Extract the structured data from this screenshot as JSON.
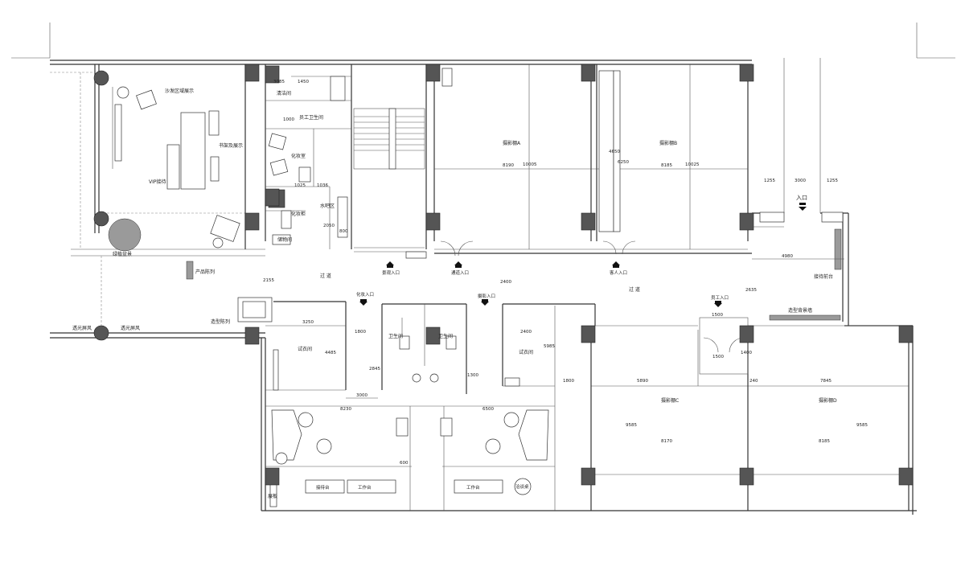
{
  "rooms": {
    "vip_reception": "VIP接待",
    "salon_display": "沙发区域展示",
    "shelf_display": "书架及展示",
    "green_plant": "绿植盆景",
    "product_display": "产品陈列",
    "window_display_left": "透光屏风",
    "window_display_right": "透光屏风",
    "styling_display": "造型陈列",
    "cleaning_room": "清洁间",
    "staff_toilet": "员工卫生间",
    "makeup_room": "化妆室",
    "makeup_cabinet": "化妆柜",
    "storage": "储物间",
    "water_bar": "水吧区",
    "corridor_left": "过 道",
    "corridor_right": "过 道",
    "studio_a": "摄影棚A",
    "studio_b": "摄影棚B",
    "studio_c": "摄影棚C",
    "studio_d": "摄影棚D",
    "entrance": "入口",
    "fitting_left": "试衣间",
    "fitting_right": "试衣间",
    "toilet_left": "卫生间",
    "toilet_right": "卫生间",
    "reception_desk": "接待前台",
    "styling_wall": "造型背景墙",
    "projection_label": "展板"
  },
  "dimensions": {
    "d3085": "3085",
    "d1450": "1450",
    "d1000": "1000",
    "d1025": "1025",
    "d1036": "1036",
    "d2050": "2050",
    "d800": "800",
    "d8190": "8190",
    "d10005": "10005",
    "d4650": "4650",
    "d6250": "6250",
    "d8185": "8185",
    "d10025": "10025",
    "d1255a": "1255",
    "d3000": "3000",
    "d1255b": "1255",
    "d4980": "4980",
    "d2155": "2155",
    "d2400a": "2400",
    "d2635": "2635",
    "d3250": "3250",
    "d1800a": "1800",
    "d4485": "4485",
    "d2845": "2845",
    "d3000b": "3000",
    "d1300": "1300",
    "d2400b": "2400",
    "d5985": "5985",
    "d1800b": "1800",
    "d5890": "5890",
    "d1500a": "1500",
    "d1500b": "1500",
    "d1400": "1400",
    "d240": "240",
    "d7845": "7845",
    "d8230": "8230",
    "d6500": "6500",
    "d9585a": "9585",
    "d9585b": "9585",
    "d8170": "8170",
    "d8185b": "8185",
    "d600": "600"
  },
  "arrows": {
    "a1": "景观入口",
    "a2": "通道入口",
    "a3": "客人入口",
    "a4": "摄影入口",
    "a5": "员工入口",
    "a6": "化妆入口"
  },
  "furniture": {
    "desk_left": "接待台",
    "desk_mid": "工作台",
    "desk_right": "工作台",
    "tea_table": "洽谈桌"
  },
  "colors": {
    "wall": "#333333",
    "column": "#555555"
  }
}
